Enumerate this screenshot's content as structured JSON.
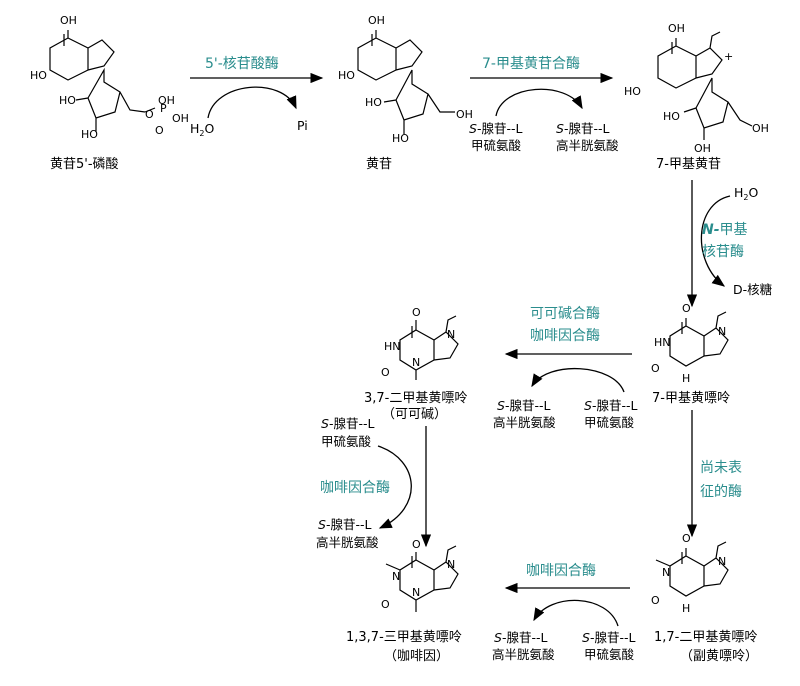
{
  "compounds": {
    "xmp": "黄苷5'-磷酸",
    "xanthosine": "黄苷",
    "methylxanthosine": "7-甲基黄苷",
    "methylxanthine": "7-甲基黄嘌呤",
    "theobromine": "3,7-二甲基黄嘌呤",
    "theobromine_alt": "（可可碱）",
    "paraxanthine": "1,7-二甲基黄嘌呤",
    "paraxanthine_alt": "（副黄嘌呤）",
    "caffeine": "1,3,7-三甲基黄嘌呤",
    "caffeine_alt": "（咖啡因）"
  },
  "enzymes": {
    "nucleotidase": "5'-核苷酸酶",
    "xmt": "7-甲基黄苷合酶",
    "nucleosidase_n": "N-",
    "nucleosidase_1": "甲基",
    "nucleosidase_2": "核苷酶",
    "theobromine_synthase_1": "可可碱合酶",
    "theobromine_synthase_2": "咖啡因合酶",
    "caffeine_synthase_left": "咖啡因合酶",
    "unknown_1": "尚未表",
    "unknown_2": "征的酶",
    "caffeine_synthase_bottom": "咖啡因合酶"
  },
  "reagents": {
    "water": "H",
    "water_sub": "2",
    "water_o": "O",
    "pi": "Pi",
    "ribose": "D-核糖",
    "sam_s": "S",
    "sam_1": "-腺苷--L",
    "sam_2": "甲硫氨酸",
    "sah_s": "S",
    "sah_1": "-腺苷--L",
    "sah_2": "高半胱氨酸"
  },
  "atoms": {
    "oh": "OH",
    "ho": "HO",
    "o": "O",
    "n": "N",
    "nh": "NH",
    "hn": "HN",
    "h": "H",
    "p": "P",
    "plus": "+"
  }
}
